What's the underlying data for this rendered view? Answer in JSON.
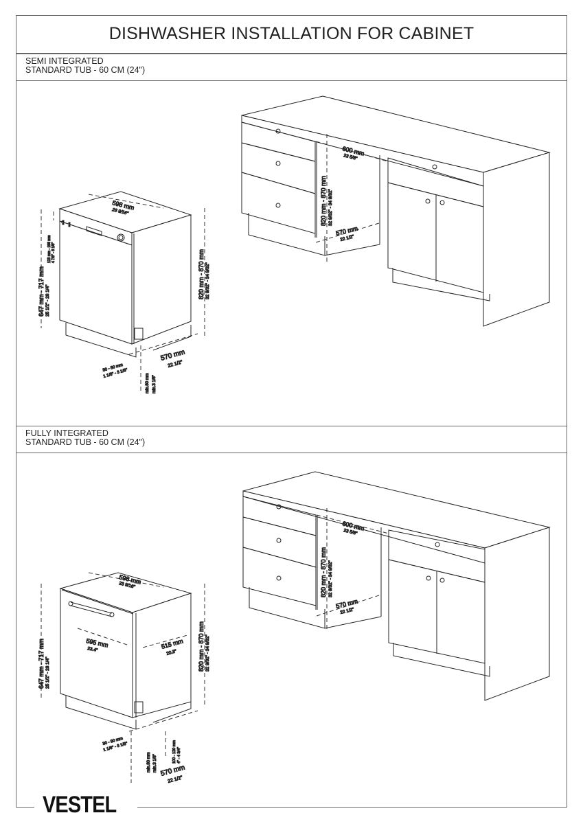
{
  "document": {
    "title": "DISHWASHER INSTALLATION FOR CABINET",
    "brand": "VESTEL"
  },
  "sections": [
    {
      "type": "SEMI INTEGRATED",
      "subtitle": "STANDARD TUB - 60 CM (24\")",
      "appliance_dims": {
        "width_mm": "598 mm",
        "width_in": "23 9/16\"",
        "panel_height_mm": "647 mm - 717 mm",
        "panel_height_in": "25 1/2\" - 28 1/4\"",
        "control_height_mm": "123 mm - 198 mm",
        "control_height_in": "4 7/8\" - 8 1/8\"",
        "total_height_mm": "820 mm - 870 mm",
        "total_height_in": "32 9/32\" - 34 9/32\"",
        "depth_mm": "570 mm",
        "depth_in": "22 1/2\"",
        "plinth_gap_mm": "30 - 80 mm",
        "plinth_gap_in": "1 1/8\" - 3 1/8\"",
        "min_clearance_mm": "min.80 mm",
        "min_clearance_in": "min.3 1/8\""
      },
      "cabinet_dims": {
        "width_mm": "600 mm",
        "width_in": "23 5/8\"",
        "height_mm": "820 mm - 870 mm",
        "height_in": "32 9/32\" - 34 9/32\"",
        "depth_mm": "570 mm",
        "depth_in": "22 1/2\""
      }
    },
    {
      "type": "FULLY INTEGRATED",
      "subtitle": "STANDARD TUB - 60 CM (24\")",
      "appliance_dims": {
        "width_mm": "598 mm",
        "width_in": "23 9/16\"",
        "panel_height_mm": "647 mm - 717 mm",
        "panel_height_in": "25 1/2\" - 28 1/4\"",
        "door_width_mm": "595 mm",
        "door_width_in": "23.4\"",
        "body_depth_mm": "515 mm",
        "body_depth_in": "20.3\"",
        "total_height_mm": "820 mm - 870 mm",
        "total_height_in": "32 9/32\" - 34 9/32\"",
        "depth_mm": "570 mm",
        "depth_in": "22 1/2\"",
        "plinth_gap_mm": "30 - 80 mm",
        "plinth_gap_in": "1 1/8\" - 3 1/8\"",
        "min_clearance_mm": "min.80 mm",
        "min_clearance_in": "min.3 1/8\"",
        "plinth_depth_mm": "100 - 120 mm",
        "plinth_depth_in": "4\" - 4 3/4\""
      },
      "cabinet_dims": {
        "width_mm": "600 mm",
        "width_in": "23 5/8\"",
        "height_mm": "820 mm - 870 mm",
        "height_in": "32 9/32\" - 34 9/32\"",
        "depth_mm": "570 mm",
        "depth_in": "22 1/2\""
      }
    }
  ]
}
